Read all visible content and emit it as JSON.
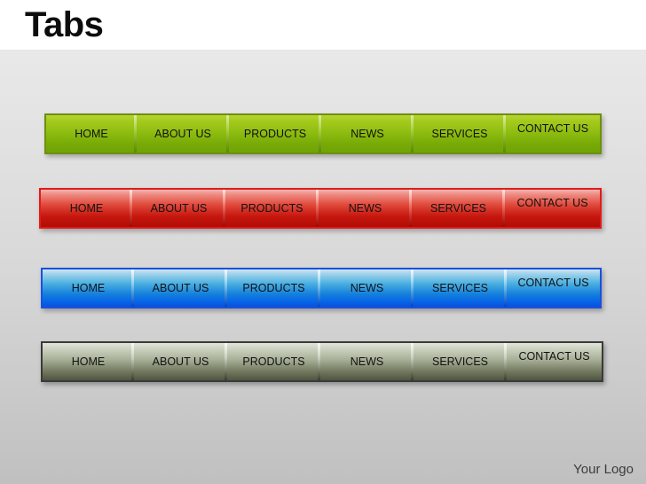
{
  "slide": {
    "title": "Tabs",
    "footer_logo": "Your Logo",
    "background_top_color": "#ebebeb",
    "background_bottom_color": "#c0c0c0",
    "header_band_color": "#ffffff"
  },
  "tab_labels": {
    "home": "HOME",
    "about": "ABOUT US",
    "products": "PRODUCTS",
    "news": "NEWS",
    "services": "SERVICES",
    "contact": "CONTACT US"
  },
  "bars": [
    {
      "name": "green",
      "accent_color": "#8ebd10",
      "border_color": "#6e8f10",
      "tabs": [
        {
          "label": "HOME"
        },
        {
          "label": "ABOUT US"
        },
        {
          "label": "PRODUCTS"
        },
        {
          "label": "NEWS"
        },
        {
          "label": "SERVICES"
        },
        {
          "label": "CONTACT US"
        }
      ]
    },
    {
      "name": "red",
      "accent_color": "#c6160d",
      "border_color": "#e21b1b",
      "tabs": [
        {
          "label": "HOME"
        },
        {
          "label": "ABOUT US"
        },
        {
          "label": "PRODUCTS"
        },
        {
          "label": "NEWS"
        },
        {
          "label": "SERVICES"
        },
        {
          "label": "CONTACT US"
        }
      ]
    },
    {
      "name": "blue",
      "accent_color": "#0560e8",
      "border_color": "#1b4fe0",
      "tabs": [
        {
          "label": "HOME"
        },
        {
          "label": "ABOUT US"
        },
        {
          "label": "PRODUCTS"
        },
        {
          "label": "NEWS"
        },
        {
          "label": "SERVICES"
        },
        {
          "label": "CONTACT US"
        }
      ]
    },
    {
      "name": "gray",
      "accent_color": "#72795f",
      "border_color": "#3a3a38",
      "tabs": [
        {
          "label": "HOME"
        },
        {
          "label": "ABOUT US"
        },
        {
          "label": "PRODUCTS"
        },
        {
          "label": "NEWS"
        },
        {
          "label": "SERVICES"
        },
        {
          "label": "CONTACT US"
        }
      ]
    }
  ]
}
